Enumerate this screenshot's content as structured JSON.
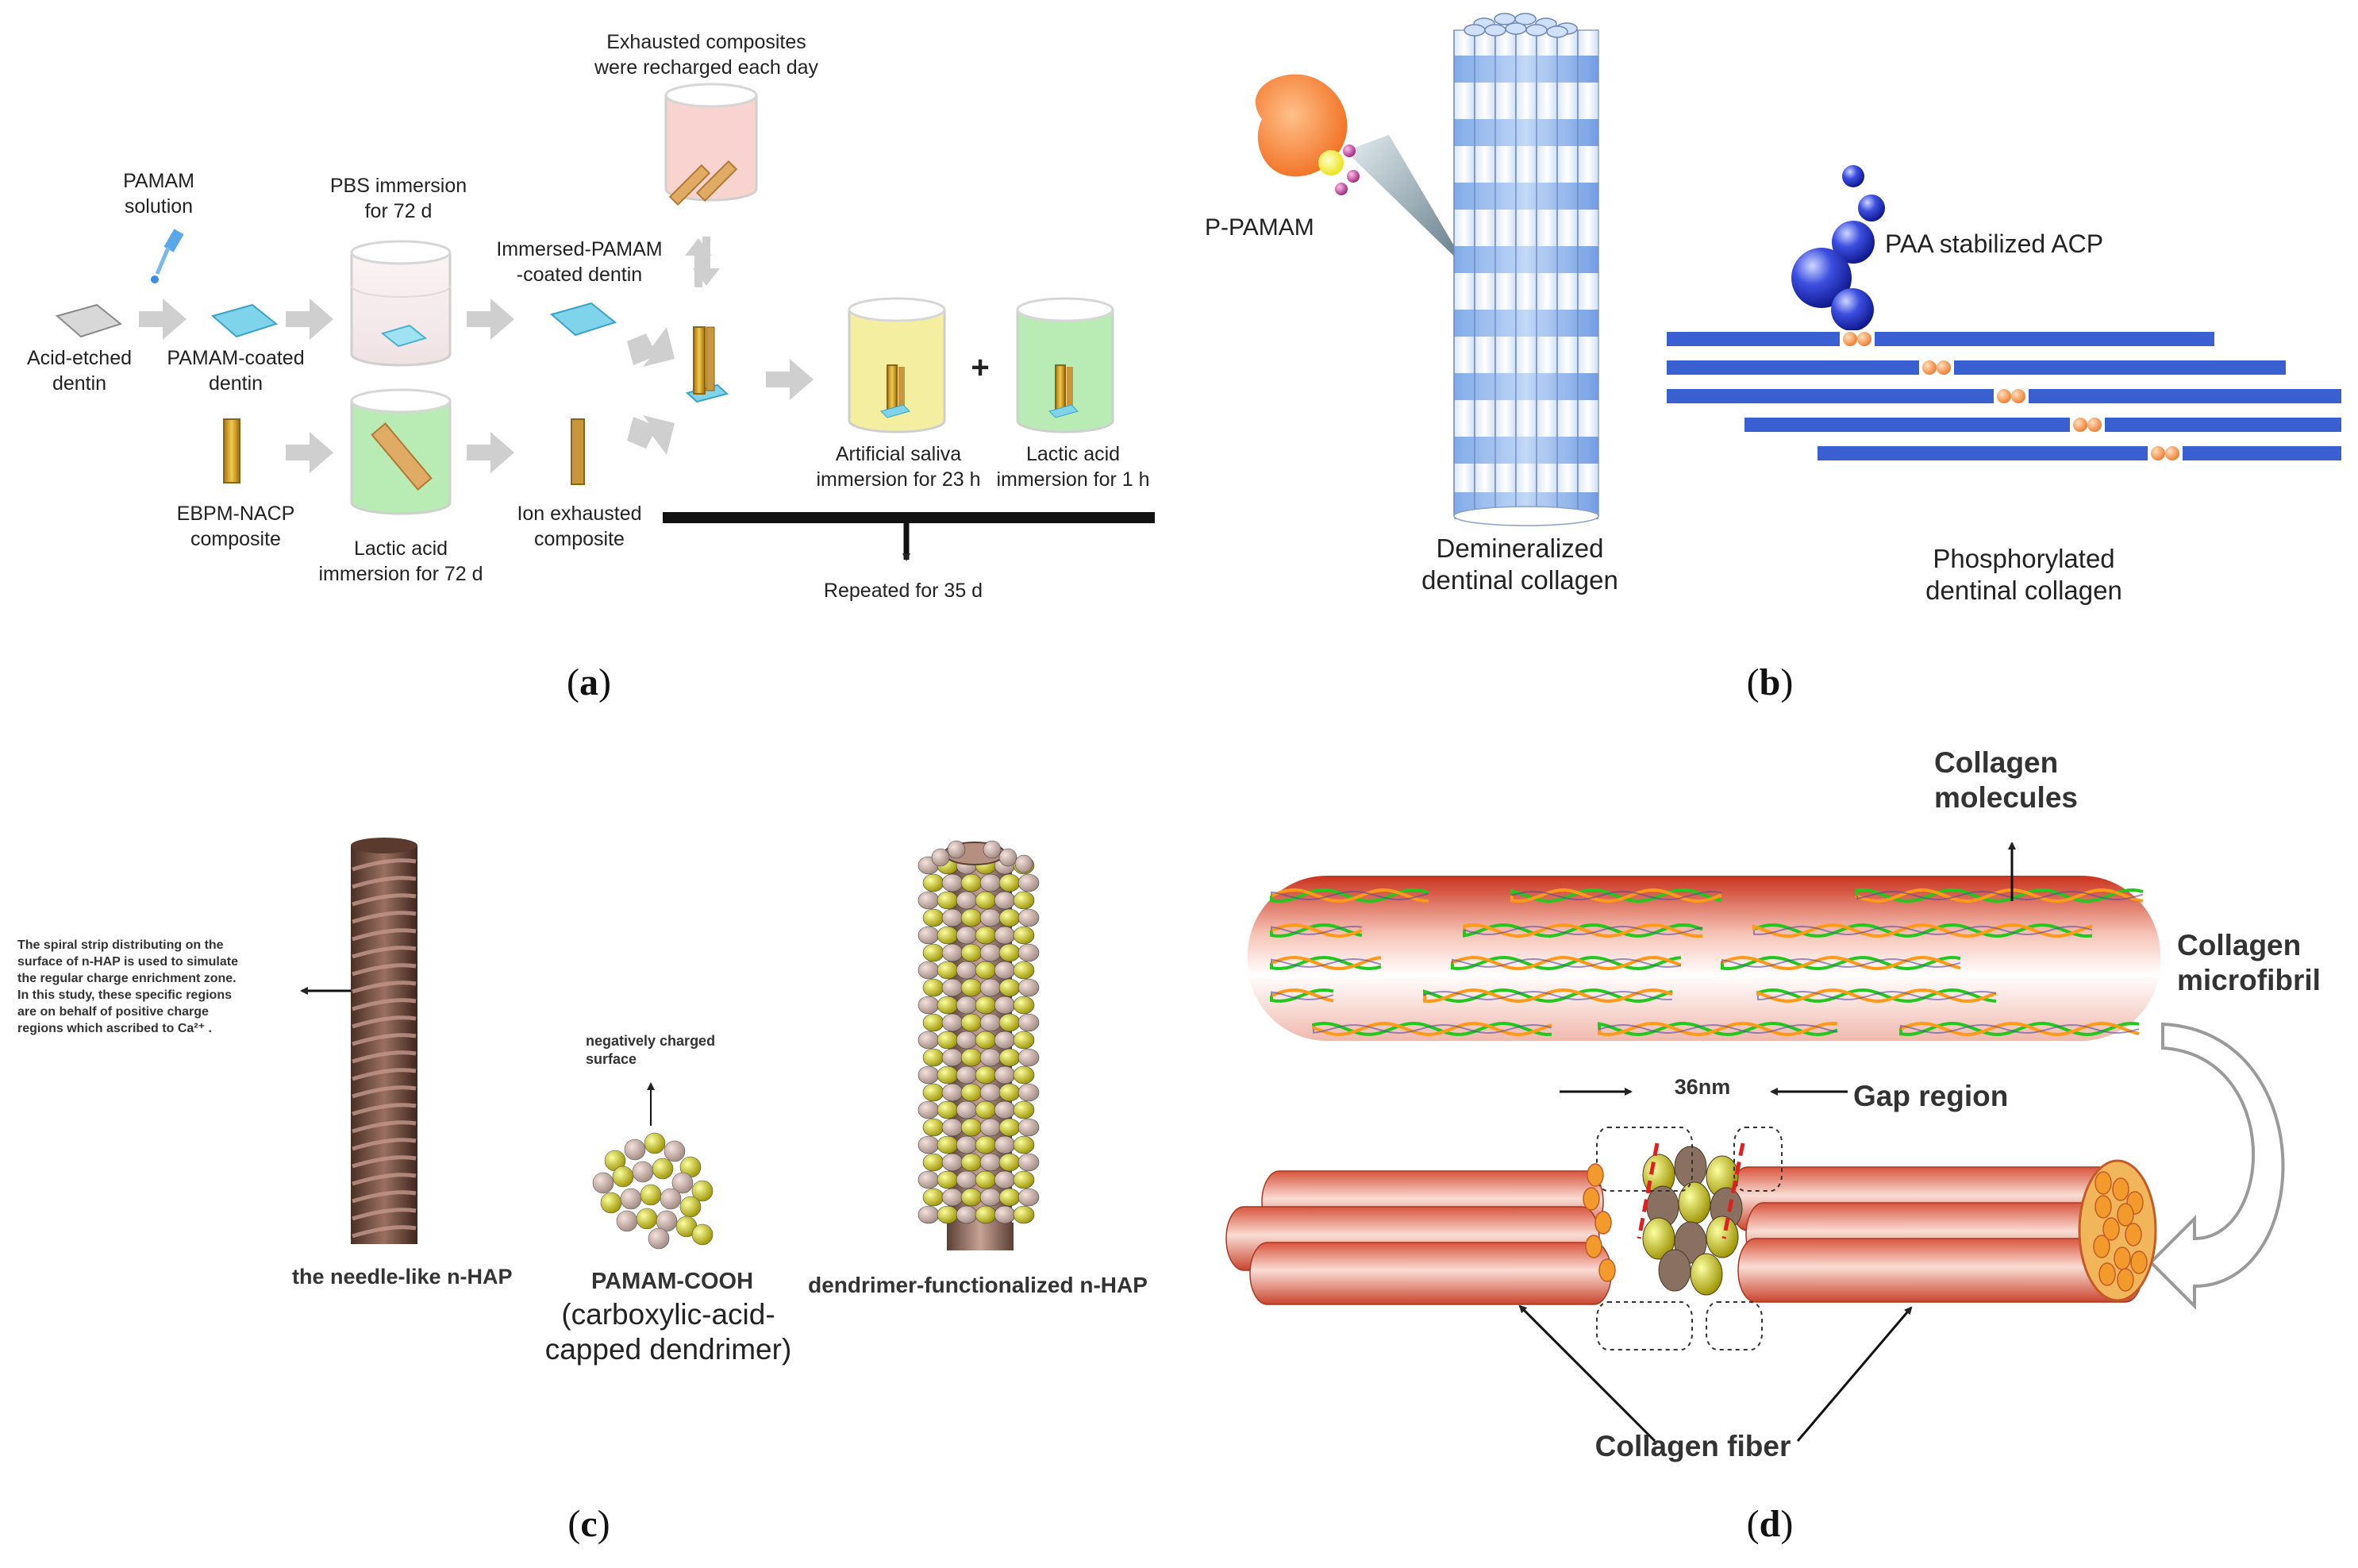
{
  "panel_a": {
    "exhausted_note_1": "Exhausted composites",
    "exhausted_note_2": "were recharged each day",
    "pamam_solution_1": "PAMAM",
    "pamam_solution_2": "solution",
    "pbs_immersion_1": "PBS immersion",
    "pbs_immersion_2": "for 72 d",
    "immersed_pamam_1": "Immersed-PAMAM",
    "immersed_pamam_2": "-coated dentin",
    "acid_etched_1": "Acid-etched",
    "acid_etched_2": "dentin",
    "pamam_coated_1": "PAMAM-coated",
    "pamam_coated_2": "dentin",
    "ebpm_1": "EBPM-NACP",
    "ebpm_2": "composite",
    "lactic72_1": "Lactic acid",
    "lactic72_2": "immersion for 72 d",
    "ion_exhausted_1": "Ion exhausted",
    "ion_exhausted_2": "composite",
    "saliva_1": "Artificial saliva",
    "saliva_2": "immersion for 23 h",
    "plus": "+",
    "lactic1_1": "Lactic acid",
    "lactic1_2": "immersion for 1 h",
    "repeated": "Repeated for 35 d",
    "caption_open": "(",
    "caption_letter": "a",
    "caption_close": ")"
  },
  "panel_b": {
    "ppamam": "P-PAMAM",
    "paa": "PAA stabilized ACP",
    "demin_1": "Demineralized",
    "demin_2": "dentinal collagen",
    "phos_1": "Phosphorylated",
    "phos_2": "dentinal collagen",
    "caption_open": "(",
    "caption_letter": "b",
    "caption_close": ")"
  },
  "panel_c": {
    "spiral_note_1": "The spiral strip  distributing on the",
    "spiral_note_2": "surface of n-HAP is used to simulate",
    "spiral_note_3": "the  regular charge enrichment zone.",
    "spiral_note_4": "In this study, these specific regions",
    "spiral_note_5": "are on behalf of positive charge",
    "spiral_note_6": "regions which ascribed to Ca²⁺ .",
    "needle_label": "the needle-like n-HAP",
    "neg_1": "negatively charged",
    "neg_2": "surface",
    "pamam_cooh": "PAMAM-COOH",
    "pamam_cooh_sub_1": "(carboxylic-acid-",
    "pamam_cooh_sub_2": "capped dendrimer)",
    "dendrimer_label": "dendrimer-functionalized n-HAP",
    "caption_open": "(",
    "caption_letter": "c",
    "caption_close": ")"
  },
  "panel_d": {
    "molecules_1": "Collagen",
    "molecules_2": "molecules",
    "microfibril_1": "Collagen",
    "microfibril_2": "microfibril",
    "gap_size": "36nm",
    "gap_region": "Gap region",
    "fiber": "Collagen fiber",
    "caption_open": "(",
    "caption_letter": "d",
    "caption_close": ")"
  },
  "colors": {
    "arrow_gray": "#cccccc",
    "dentin_blue": "#7fd3ea",
    "composite_gold": "#d4a22a",
    "pbs_pink": "#f3e6e8",
    "lactic_green": "#b9ecb4",
    "saliva_yellow": "#f4efa0",
    "recharge_pink": "#f8d3d0",
    "collagen_blue": "#3a5fd0",
    "acp_orange": "#f59a4a",
    "fibril_red": "#d94c33",
    "hap_brown": "#7a5546",
    "dendrimer_yellow": "#d6cf12",
    "gap_red": "#e02020"
  }
}
